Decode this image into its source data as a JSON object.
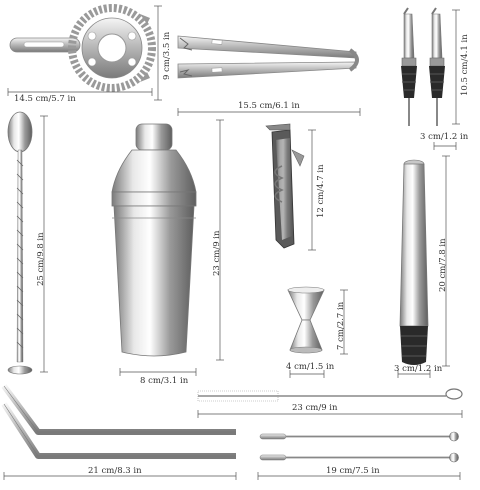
{
  "colors": {
    "steel_light": "#f2f2f2",
    "steel_mid": "#b8b8b8",
    "steel_dark": "#6e6e6e",
    "rubber": "#2a2a2a",
    "dimension_line": "#555555",
    "background": "#ffffff"
  },
  "items": {
    "strainer": {
      "width_label": "14.5 cm/5.7 in",
      "height_label": "9 cm/3.5 in"
    },
    "ice_tongs": {
      "width_label": "15.5 cm/6.1 in"
    },
    "pourers": {
      "height_label": "10.5 cm/4.1 in",
      "width_label": "3 cm/1.2 in"
    },
    "spoon": {
      "height_label": "25 cm/9.8 in"
    },
    "shaker": {
      "height_label": "23 cm/9 in",
      "width_label": "8 cm/3.1 in"
    },
    "corkscrew": {
      "height_label": "12 cm/4.7 in"
    },
    "muddler": {
      "height_label": "20 cm/7.8 in",
      "width_label": "3 cm/1.2 in"
    },
    "jigger": {
      "height_label": "7 cm/2.7 in",
      "width_label": "4 cm/1.5 in"
    },
    "brush": {
      "width_label": "23 cm/9 in"
    },
    "straws": {
      "width_label": "21 cm/8.3 in"
    },
    "picks": {
      "width_label": "19 cm/7.5 in"
    }
  }
}
